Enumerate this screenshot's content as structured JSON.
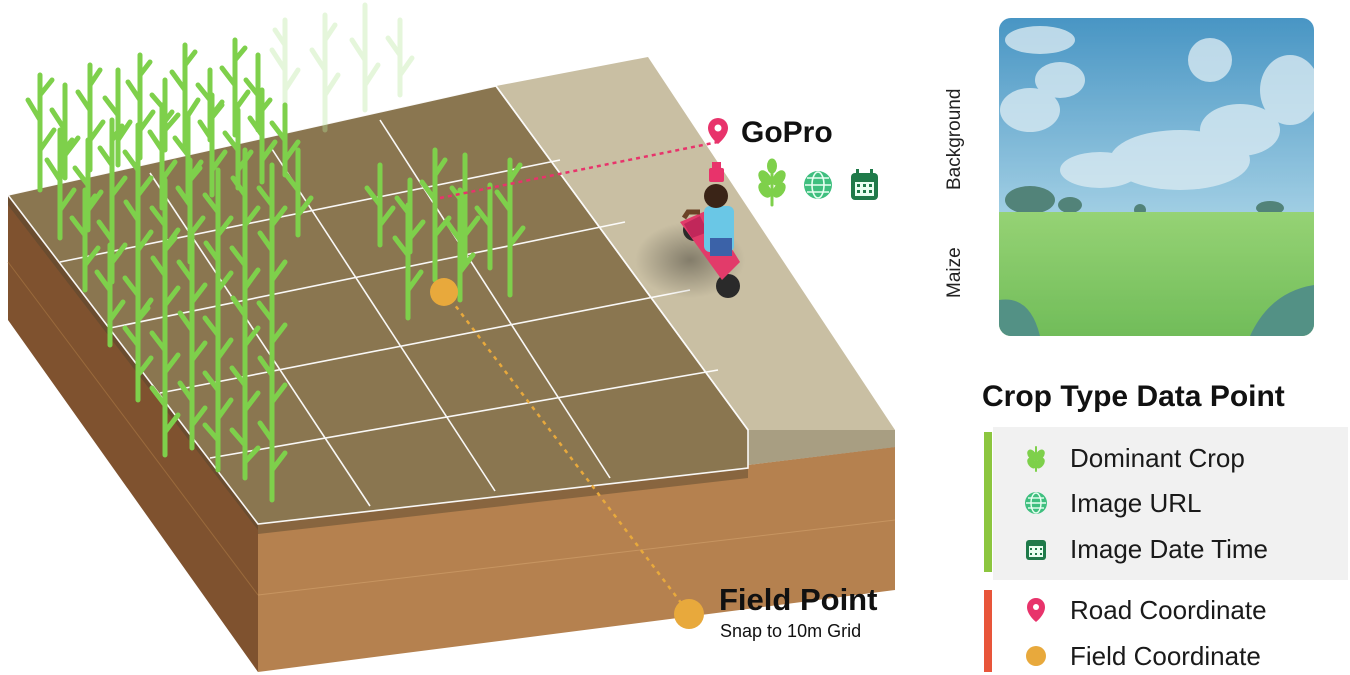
{
  "gopro": {
    "label": "GoPro"
  },
  "field_point": {
    "title": "Field Point",
    "subtitle": "Snap to 10m Grid"
  },
  "photo_panel": {
    "background_label": "Background",
    "maize_label": "Maize"
  },
  "legend": {
    "title": "Crop Type Data Point",
    "items": [
      {
        "label": "Dominant Crop",
        "icon": "wheat-icon"
      },
      {
        "label": "Image URL",
        "icon": "globe-icon"
      },
      {
        "label": "Image Date Time",
        "icon": "calendar-icon"
      },
      {
        "label": "Road Coordinate",
        "icon": "map-pin-icon"
      },
      {
        "label": "Field Coordinate",
        "icon": "circle-dot-icon"
      }
    ]
  },
  "colors": {
    "crop_green": "#8cc63f",
    "road_pink": "#e8336b",
    "field_orange": "#e8a93c",
    "soil": "#b5814f",
    "field_surface": "#8a7650",
    "road_surface": "#c9bfa3",
    "maize_overlay": "#7fd15a",
    "sky_overlay": "#6fb3d6"
  }
}
